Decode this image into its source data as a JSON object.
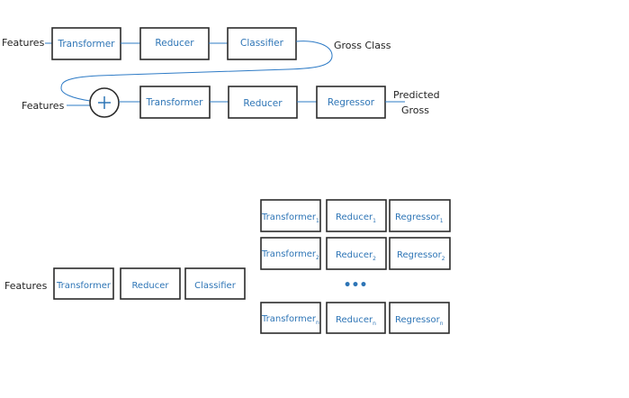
{
  "top": {
    "input_label": "Features",
    "stage1": [
      "Transformer",
      "Reducer",
      "Classifier"
    ],
    "class_output": "Gross Class",
    "input_label2": "Features",
    "stage2": [
      "Transformer",
      "Reducer",
      "Regressor"
    ],
    "output_line1": "Predicted",
    "output_line2": "Gross"
  },
  "bottom": {
    "input_label": "Features",
    "chain": [
      "Transformer",
      "Reducer",
      "Classifier"
    ],
    "grid_rows": [
      {
        "t": "Transformer",
        "r": "Reducer",
        "g": "Regressor",
        "sub": "1"
      },
      {
        "t": "Transformer",
        "r": "Reducer",
        "g": "Regressor",
        "sub": "2"
      },
      {
        "t": "Transformer",
        "r": "Reducer",
        "g": "Regressor",
        "sub": "n"
      }
    ],
    "ellipsis": "•••"
  },
  "colors": {
    "accent": "#2e75b6",
    "line": "#2e7bc6",
    "border": "#2b2b2b"
  }
}
